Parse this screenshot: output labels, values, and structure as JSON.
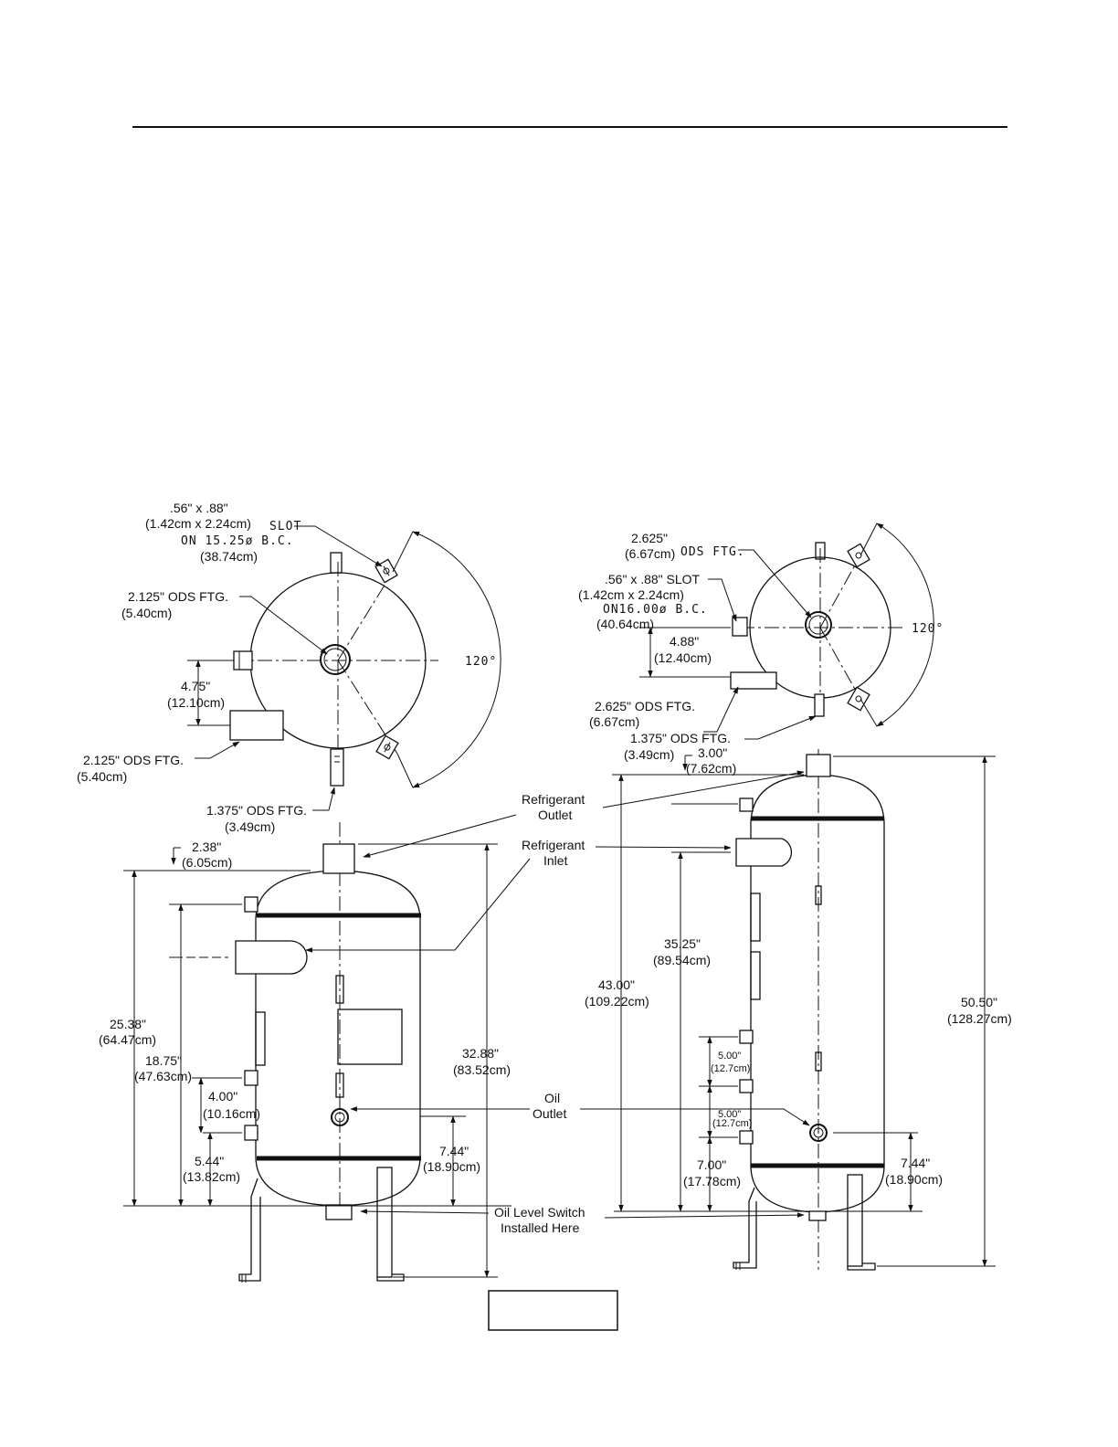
{
  "labels": {
    "l_slot": ".56\" x .88\"",
    "l_slot_cm": "(1.42cm x 2.24cm)",
    "l_slot_word": "SLOT",
    "l_on_bc": "ON  15.25ø  B.C.",
    "l_bc_cm": "(38.74cm)",
    "l_ods1": "2.125\"  ODS FTG.",
    "l_ods1_cm": "(5.40cm)",
    "l_475": "4.75\"",
    "l_475_cm": "(12.10cm)",
    "l_ods2": "2.125\"  ODS FTG.",
    "l_ods2_cm": "(5.40cm)",
    "l_ods3": "1.375\"  ODS FTG.",
    "l_ods3_cm": "(3.49cm)",
    "l_angle": "120°",
    "l_238": "2.38\"",
    "l_238_cm": "(6.05cm)",
    "l_2538": "25.38\"",
    "l_2538_cm": "(64.47cm)",
    "l_1875": "18.75\"",
    "l_1875_cm": "(47.63cm)",
    "l_400": "4.00\"",
    "l_400_cm": "(10.16cm)",
    "l_544": "5.44\"",
    "l_544_cm": "(13.82cm)",
    "l_744": "7.44\"",
    "l_744_cm": "(18.90cm)",
    "l_3288": "32.88\"",
    "l_3288_cm": "(83.52cm)",
    "c_ref_out_1": "Refrigerant",
    "c_ref_out_2": "Outlet",
    "c_ref_in_1": "Refrigerant",
    "c_ref_in_2": "Inlet",
    "c_oil_1": "Oil",
    "c_oil_2": "Outlet",
    "c_switch_1": "Oil Level Switch",
    "c_switch_2": "Installed Here",
    "r_2625": "2.625\"",
    "r_2625_cm": "(6.67cm)",
    "r_ods_top": "ODS FTG.",
    "r_slot": ".56\" x .88\" SLOT",
    "r_slot_cm": "(1.42cm x 2.24cm)",
    "r_on_bc": "ON16.00ø B.C.",
    "r_bc_cm": "(40.64cm)",
    "r_488": "4.88\"",
    "r_488_cm": "(12.40cm)",
    "r_angle": "120°",
    "r_ods_mid": "2.625\" ODS FTG.",
    "r_ods_mid_cm": "(6.67cm)",
    "r_ods_bot": "1.375\"  ODS FTG.",
    "r_ods_bot_cm": "(3.49cm)",
    "r_300": "3.00\"",
    "r_300_cm": "(7.62cm)",
    "r_4300": "43.00\"",
    "r_4300_cm": "(109.22cm)",
    "r_3525": "35.25\"",
    "r_3525_cm": "(89.54cm)",
    "r_500a": "5.00\"",
    "r_500a_cm": "(12.7cm)",
    "r_500b": "5.00\"",
    "r_500b_cm": "(12.7cm)",
    "r_700": "7.00\"",
    "r_700_cm": "(17.78cm)",
    "r_744": "7.44\"",
    "r_744_cm": "(18.90cm)",
    "r_5050": "50.50\"",
    "r_5050_cm": "(128.27cm)"
  }
}
